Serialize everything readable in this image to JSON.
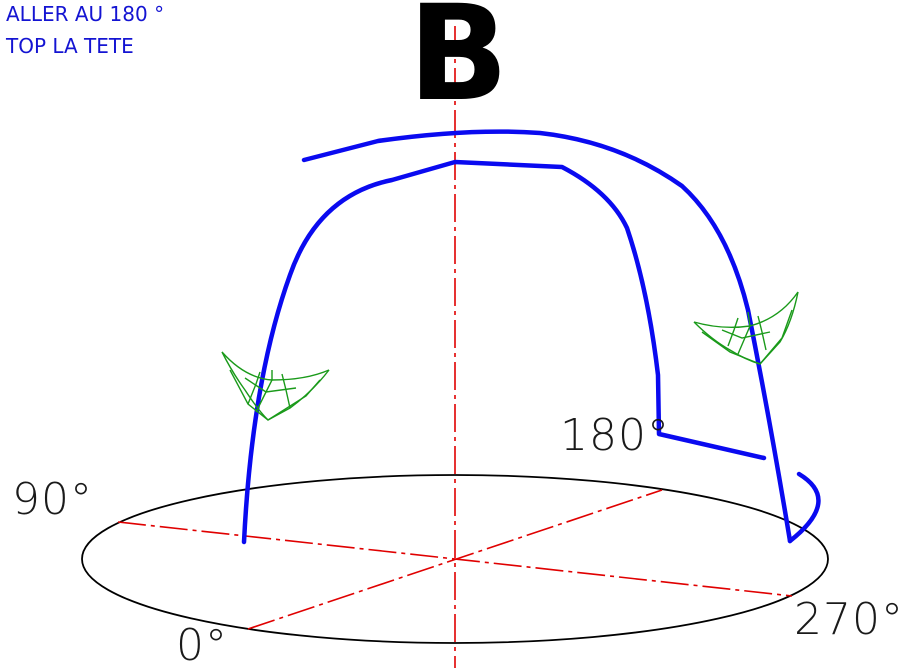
{
  "notes": {
    "line1": "ALLER AU 180 °",
    "line2": "TOP LA TETE"
  },
  "title_letter": "B",
  "angles": {
    "a90": "90°",
    "a0": "0°",
    "a180": "180°",
    "a270": "270°"
  },
  "colors": {
    "path": "#0a0af0",
    "axis": "#e00000",
    "ellipse": "#000000",
    "marker": "#1a9a1a",
    "note_text": "#1414d2"
  },
  "icons": [
    "hand-icon",
    "hand-icon"
  ]
}
